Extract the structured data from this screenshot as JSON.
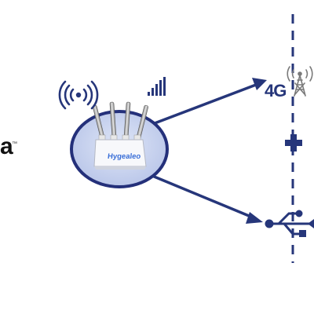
{
  "brand_fragment": {
    "text": "a",
    "trademark": "™"
  },
  "router": {
    "brand": "Hygealeo",
    "icon": "wifi-router-icon"
  },
  "left_icons": {
    "wifi": "wifi-signal-icon",
    "bars": "cellular-bars-icon"
  },
  "connections": [
    {
      "label": "4G",
      "icon": "cell-tower-icon"
    },
    {
      "label": "",
      "icon": "usb-icon"
    }
  ],
  "combiner": {
    "icon": "plus-icon"
  },
  "colors": {
    "navy": "#26367a",
    "ellipse_fill": "#c8d3ef",
    "ellipse_stroke": "#24307a",
    "antenna": "#a8a8a8",
    "router_text": "#3a6fd8"
  }
}
